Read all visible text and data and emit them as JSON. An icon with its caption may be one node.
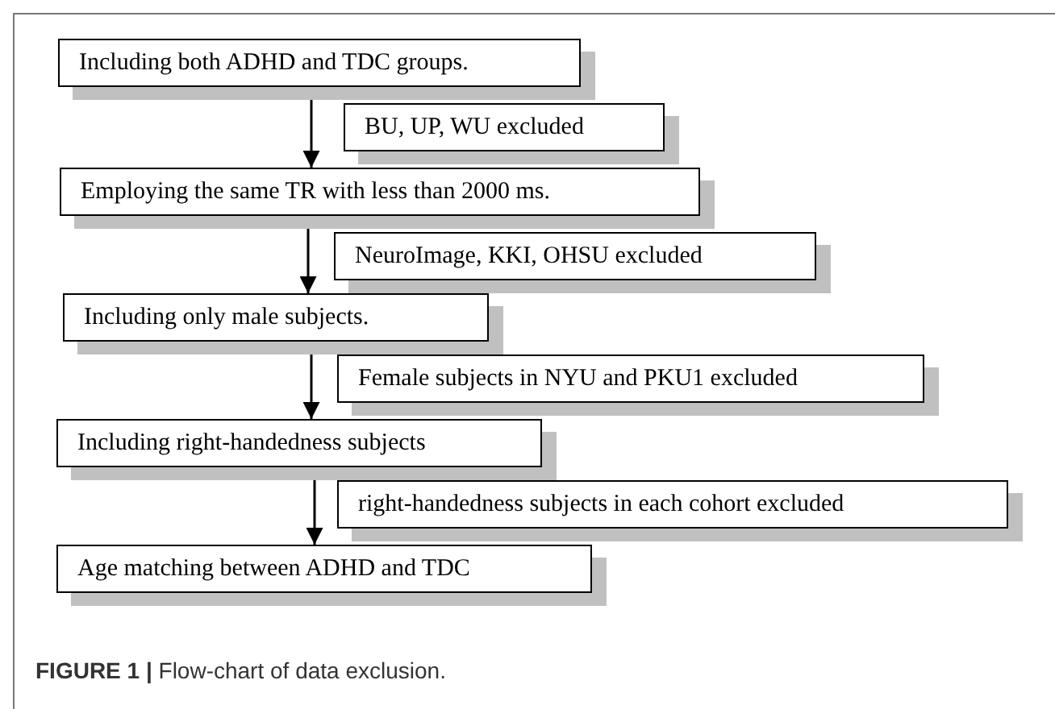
{
  "diagram": {
    "caption": "**FIGURE 1 |** Flow-chart of data exclusion.",
    "nodes": [
      {
        "text": [
          "Including both ADHD and TDC groups."
        ]
      },
      {
        "text": [
          "BU, UP, WU excluded"
        ]
      },
      {
        "text": [
          "Employing the same TR with less than 2000 ms."
        ]
      },
      {
        "text": [
          "NeuroImage, KKI, OHSU excluded"
        ]
      },
      {
        "text": [
          "Including only male subjects."
        ]
      },
      {
        "text": [
          "Female subjects in NYU and PKU1 excluded"
        ]
      },
      {
        "text": [
          "Including right-handedness subjects"
        ]
      },
      {
        "text": [
          "right-handedness subjects in each cohort excluded"
        ]
      },
      {
        "text": [
          "Age matching between ADHD and TDC"
        ]
      }
    ],
    "edges": [
      {
        "from": 0,
        "to": 2,
        "arrow": "to"
      },
      {
        "from": 2,
        "to": 4,
        "arrow": "to"
      },
      {
        "from": 4,
        "to": 6,
        "arrow": "to"
      },
      {
        "from": 6,
        "to": 8,
        "arrow": "to"
      }
    ]
  }
}
